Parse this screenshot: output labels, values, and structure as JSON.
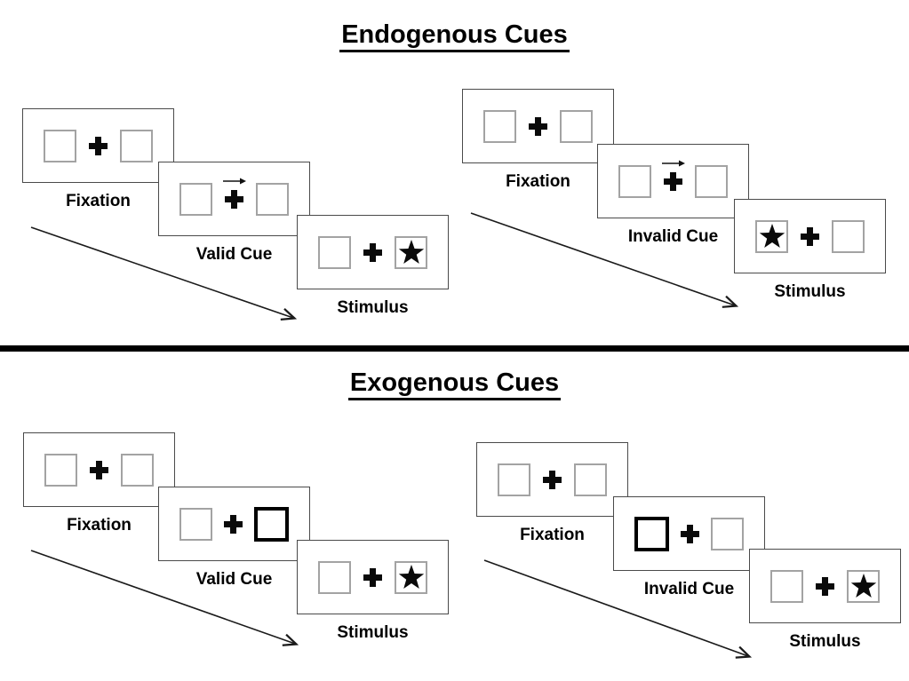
{
  "page": {
    "titles": {
      "endogenous": "Endogenous Cues",
      "exogenous": "Exogenous Cues"
    }
  },
  "labels": {
    "fixation": "Fixation",
    "valid_cue": "Valid Cue",
    "invalid_cue": "Invalid Cue",
    "stimulus": "Stimulus"
  },
  "icons": {
    "fixation_cross": "bold-plus",
    "cue_arrow": "right-arrow",
    "stimulus_star": "black-star",
    "timeline": "diagonal-arrow-down-right"
  },
  "colors": {
    "background": "#ffffff",
    "ink": "#000000",
    "panel_border": "#4a4a4a",
    "placeholder_box_border": "#a3a3a3",
    "cue_box_border": "#000000",
    "divider": "#000000"
  },
  "sequences": {
    "endogenous_valid": {
      "steps": [
        "Fixation",
        "Valid Cue",
        "Stimulus"
      ],
      "cue": "central right-pointing arrow above fixation cross",
      "stimulus_side": "right"
    },
    "endogenous_invalid": {
      "steps": [
        "Fixation",
        "Invalid Cue",
        "Stimulus"
      ],
      "cue": "central right-pointing arrow above fixation cross",
      "stimulus_side": "left"
    },
    "exogenous_valid": {
      "steps": [
        "Fixation",
        "Valid Cue",
        "Stimulus"
      ],
      "cue": "bold peripheral box on right",
      "stimulus_side": "right"
    },
    "exogenous_invalid": {
      "steps": [
        "Fixation",
        "Invalid Cue",
        "Stimulus"
      ],
      "cue": "bold peripheral box on left",
      "stimulus_side": "right"
    }
  }
}
